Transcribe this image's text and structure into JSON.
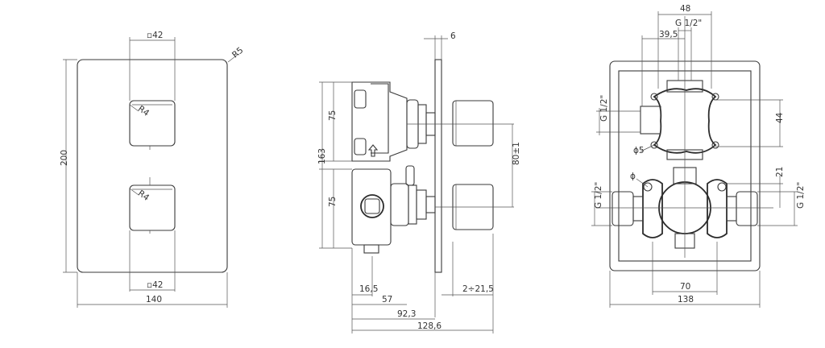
{
  "front_view": {
    "square_top": "▫42",
    "corner_radius_outer": "R5",
    "knob_radius_top": "R4",
    "knob_radius_bottom": "R4",
    "height": "200",
    "square_bottom": "▫42",
    "width": "140"
  },
  "side_view": {
    "plate_thickness": "6",
    "upper_height": "75",
    "lower_height": "75",
    "total_height": "163",
    "knob_spacing": "80±1",
    "depth_a": "16,5",
    "depth_b": "57",
    "depth_c": "92,3",
    "depth_d": "128,6",
    "adjust_range": "2÷21,5"
  },
  "rear_view": {
    "top_width": "48",
    "thread_top": "G 1/2\"",
    "offset_top": "39,5",
    "thread_left_top": "G 1/2\"",
    "hole_diameter_top": "ϕ5",
    "vertical_44": "44",
    "thread_left": "G 1/2\"",
    "thread_right": "G 1/2\"",
    "small_hole": "ϕ",
    "vertical_21": "21",
    "spacing_70": "70",
    "width_138": "138"
  }
}
